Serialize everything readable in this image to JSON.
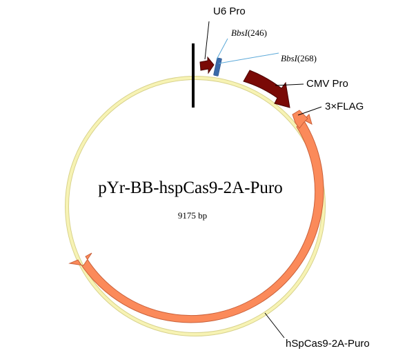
{
  "plasmid": {
    "name": "pYr-BB-hspCas9-2A-Puro",
    "size": "9175 bp"
  },
  "features": {
    "u6_pro": "U6 Pro",
    "cmv_pro": "CMV Pro",
    "flag": "3×FLAG",
    "cas9": "hSpCas9-2A-Puro"
  },
  "sites": {
    "bbsi_1": {
      "enzyme": "BbsI",
      "position": "(246)"
    },
    "bbsi_2": {
      "enzyme": "BbsI",
      "position": "(268)"
    }
  },
  "colors": {
    "backbone": "#f7f3b4",
    "backbone_edge": "#d8d28c",
    "promoter": "#7a0a06",
    "cds": "#fb8a5a",
    "cds_edge": "#c9603a",
    "site_marker": "#3a6aa8",
    "site_line": "#5aa8d8",
    "origin_marker": "#000000"
  }
}
